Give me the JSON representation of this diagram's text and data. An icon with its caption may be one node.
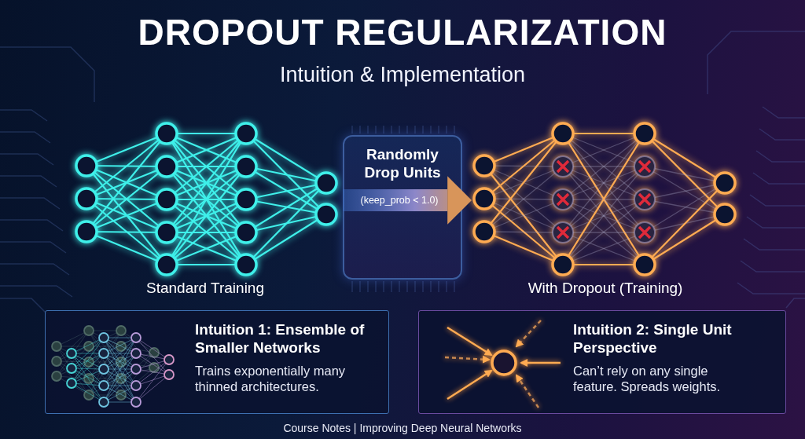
{
  "diagram": {
    "title": "DROPOUT REGULARIZATION",
    "caption": "Course Notes | Improving Deep Neural Networks",
    "nodes": [
      {
        "text": [],
        "shape": "picture",
        "beside": [
          "Standard Training"
        ]
      },
      {
        "text": [
          "Randomly Drop Units"
        ]
      },
      {
        "text": [],
        "shape": "picture",
        "beside": [
          "With Dropout (Training)"
        ]
      },
      {
        "text": [
          "Intuition 1: Ensemble of Smaller Networks",
          "Trains exponentially many thinned architectures."
        ]
      },
      {
        "text": [
          "Intuition 2: Single Unit Perspective",
          "Can’t rely on any single feature. Spreads weights."
        ]
      }
    ],
    "edges": [
      {
        "from": 1,
        "to": 2,
        "arrow": "to",
        "label": "(keep_prob < 1.0)",
        "style": "thick"
      }
    ],
    "labels": [
      "Intuition & Implementation"
    ]
  }
}
